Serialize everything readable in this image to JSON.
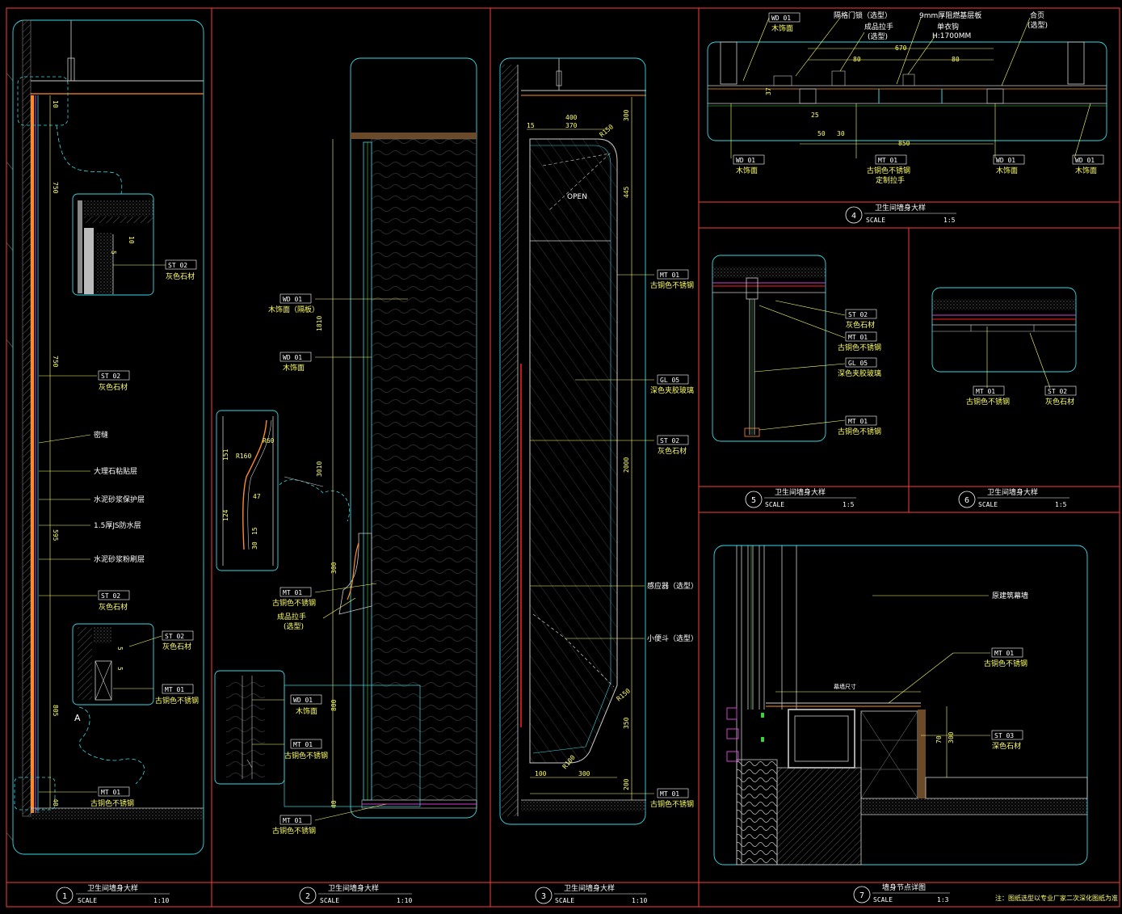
{
  "colors": {
    "frame": "#ff3b3b",
    "cyan": "#39d7e6",
    "yellow": "#ffff66",
    "white": "#ffffff",
    "orange": "#ff8a2a",
    "magenta": "#d040d0",
    "green": "#40d040",
    "red": "#ff2020"
  },
  "panels": [
    {
      "num": "1",
      "title": "卫生间墙身大样",
      "scale_label": "SCALE",
      "scale": "1:10"
    },
    {
      "num": "2",
      "title": "卫生间墙身大样",
      "scale_label": "SCALE",
      "scale": "1:10"
    },
    {
      "num": "3",
      "title": "卫生间墙身大样",
      "scale_label": "SCALE",
      "scale": "1:10"
    },
    {
      "num": "4",
      "title": "卫生间墙身大样",
      "scale_label": "SCALE",
      "scale": "1:5"
    },
    {
      "num": "5",
      "title": "卫生间墙身大样",
      "scale_label": "SCALE",
      "scale": "1:5"
    },
    {
      "num": "6",
      "title": "卫生间墙身大样",
      "scale_label": "SCALE",
      "scale": "1:5"
    },
    {
      "num": "7",
      "title": "墙身节点详图",
      "scale_label": "SCALE",
      "scale": "1:3"
    }
  ],
  "note": "注：图纸选型以专业厂家二次深化图纸为准",
  "p1": {
    "tags": [
      {
        "code": "ST 02",
        "name": "灰色石材"
      },
      {
        "code": "ST 02",
        "name": "灰色石材"
      },
      {
        "code": "ST 02",
        "name": "灰色石材"
      },
      {
        "code": "ST 02",
        "name": "灰色石材"
      },
      {
        "code": "MT 01",
        "name": "古铜色不锈钢"
      },
      {
        "code": "MT 01",
        "name": "古铜色不锈钢"
      }
    ],
    "layers": [
      "密缝",
      "大理石粘贴层",
      "水泥砂浆保护层",
      "1.5厚JS防水层",
      "水泥砂浆粉刷层"
    ],
    "dims": [
      "10",
      "750",
      "750",
      "595",
      "805",
      "40",
      "10",
      "5",
      "5",
      "5"
    ],
    "marker": "A"
  },
  "p2": {
    "tags": [
      {
        "code": "WD 01",
        "name": "木饰面（隔板）"
      },
      {
        "code": "WD 01",
        "name": "木饰面"
      },
      {
        "code": "MT 01",
        "name": "古铜色不锈钢"
      },
      {
        "code": "WD 01",
        "name": "木饰面"
      },
      {
        "code": "MT 01",
        "name": "古铜色不锈钢"
      },
      {
        "code": "MT 01",
        "name": "古铜色不锈钢"
      }
    ],
    "handle": [
      "成品拉手",
      "(选型)"
    ],
    "dims": [
      "1810",
      "3010",
      "300",
      "800",
      "40",
      "151",
      "124",
      "R160",
      "R60",
      "47",
      "15",
      "30"
    ]
  },
  "p3": {
    "tags": [
      {
        "code": "MT 01",
        "name": "古铜色不锈钢"
      },
      {
        "code": "GL 05",
        "name": "深色夹胶玻璃"
      },
      {
        "code": "ST 02",
        "name": "灰色石材"
      },
      {
        "code": "MT 01",
        "name": "古铜色不锈钢"
      }
    ],
    "labels": [
      "感应器（选型）",
      "小便斗（选型）"
    ],
    "open": "OPEN",
    "dims": [
      "400",
      "370",
      "15",
      "R150",
      "300",
      "445",
      "2000",
      "R150",
      "350",
      "100",
      "300",
      "200",
      "R100"
    ]
  },
  "p4": {
    "top": [
      "隔格门锁（选型）",
      "9mm厚阻燃基层板",
      "合页",
      "(选型)",
      "成品拉手",
      "(选型)",
      "单衣钩",
      "H:1700MM"
    ],
    "tags": [
      {
        "code": "WD 01",
        "name": "木饰面"
      },
      {
        "code": "WD 01",
        "name": "木饰面"
      },
      {
        "code": "MT 01",
        "name": "古铜色不锈钢"
      },
      {
        "code": "WD 01",
        "name": "木饰面"
      },
      {
        "code": "WD 01",
        "name": "木饰面"
      }
    ],
    "bottom_sub": "定制拉手",
    "dims": [
      "670",
      "80",
      "80",
      "37",
      "25",
      "50",
      "30",
      "850"
    ]
  },
  "p5": {
    "tags": [
      {
        "code": "ST 02",
        "name": "灰色石材"
      },
      {
        "code": "MT 01",
        "name": "古铜色不锈钢"
      },
      {
        "code": "GL 05",
        "name": "深色夹胶玻璃"
      },
      {
        "code": "MT 01",
        "name": "古铜色不锈钢"
      }
    ]
  },
  "p6": {
    "tags": [
      {
        "code": "MT 01",
        "name": "古铜色不锈钢"
      },
      {
        "code": "ST 02",
        "name": "灰色石材"
      }
    ]
  },
  "p7": {
    "labels": [
      "原建筑幕墙",
      "幕墙尺寸"
    ],
    "tags": [
      {
        "code": "MT 01",
        "name": "古铜色不锈钢"
      },
      {
        "code": "ST 03",
        "name": "深色石材"
      }
    ],
    "dims": [
      "70",
      "300"
    ]
  }
}
